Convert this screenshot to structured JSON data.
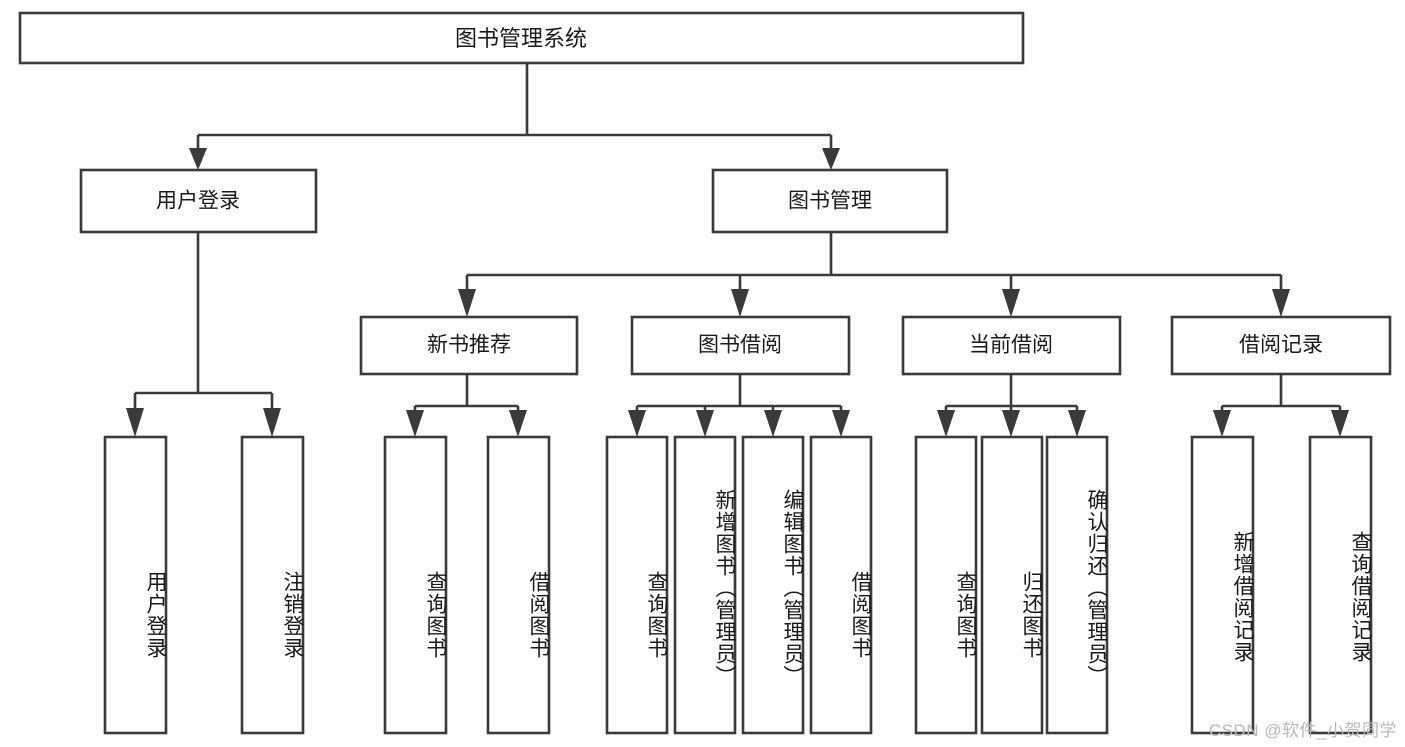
{
  "diagram": {
    "type": "tree-hierarchy-flowchart",
    "title_node": {
      "id": "root",
      "label": "图书管理系统"
    },
    "level2": [
      {
        "id": "user-login",
        "label": "用户登录"
      },
      {
        "id": "book-management",
        "label": "图书管理"
      }
    ],
    "level3": [
      {
        "id": "new-book-recommend",
        "label": "新书推荐",
        "parent": "book-management"
      },
      {
        "id": "book-borrow",
        "label": "图书借阅",
        "parent": "book-management"
      },
      {
        "id": "current-borrow",
        "label": "当前借阅",
        "parent": "book-management"
      },
      {
        "id": "borrow-record",
        "label": "借阅记录",
        "parent": "book-management"
      }
    ],
    "leaves": {
      "user-login": [
        {
          "id": "leaf-user-login",
          "label": "用户登录"
        },
        {
          "id": "leaf-logout-login",
          "label": "注销登录"
        }
      ],
      "new-book-recommend": [
        {
          "id": "leaf-query-book-1",
          "label": "查询图书"
        },
        {
          "id": "leaf-borrow-book-1",
          "label": "借阅图书"
        }
      ],
      "book-borrow": [
        {
          "id": "leaf-query-book-2",
          "label": "查询图书"
        },
        {
          "id": "leaf-add-book",
          "label": "新增图书（管理员）"
        },
        {
          "id": "leaf-edit-book",
          "label": "编辑图书（管理员）"
        },
        {
          "id": "leaf-borrow-book-2",
          "label": "借阅图书"
        }
      ],
      "current-borrow": [
        {
          "id": "leaf-query-book-3",
          "label": "查询图书"
        },
        {
          "id": "leaf-return-book",
          "label": "归还图书"
        },
        {
          "id": "leaf-confirm-return",
          "label": "确认归还（管理员）"
        }
      ],
      "borrow-record": [
        {
          "id": "leaf-add-record",
          "label": "新增借阅记录"
        },
        {
          "id": "leaf-query-record",
          "label": "查询借阅记录"
        }
      ]
    },
    "watermark": "CSDN @软件_小贺同学",
    "colors": {
      "stroke": "#3a3a3a",
      "fill": "#ffffff",
      "text": "#1a1a1a",
      "watermark": "#b9b9b9",
      "background": "#ffffff"
    }
  }
}
